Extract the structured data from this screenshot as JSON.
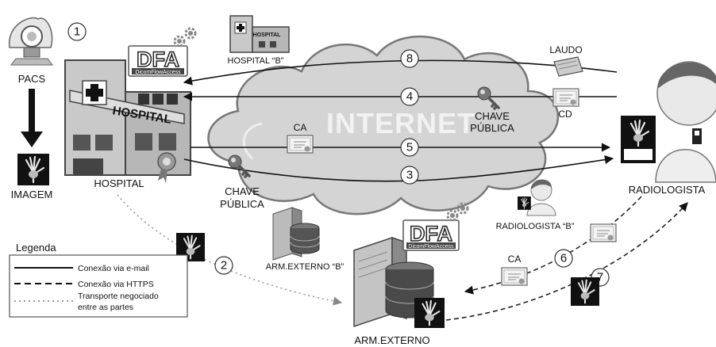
{
  "labels": {
    "pacs": "PACS",
    "imagem": "IMAGEM",
    "hospital": "HOSPITAL",
    "hospital_sign": "HOSPITAL",
    "hospital_b": "HOSPITAL “B”",
    "hospital_b_sign": "HOSPITAL",
    "internet": "INTERNET",
    "laudo": "LAUDO",
    "cd_top": "CD",
    "chave_publica_right_1": "CHAVE",
    "chave_publica_right_2": "PÚBLICA",
    "ca_center": "CA",
    "chave_publica_left_1": "CHAVE",
    "chave_publica_left_2": "PÚBLICA",
    "radiologista": "RADIOLOGISTA",
    "radiologista_b": "RADIOLOGISTA “B”",
    "arm_externo_b": "ARM.EXTERNO “B”",
    "arm_externo": "ARM.EXTERNO",
    "cd_right": "CD",
    "ca_bottom": "CA",
    "dfa_top": "DFA",
    "dfa_top_sub": "DicomFlowAccess",
    "dfa_bottom": "DFA",
    "dfa_bottom_sub": "DicomFlowAccess"
  },
  "steps": [
    "1",
    "2",
    "3",
    "4",
    "5",
    "6",
    "7",
    "8"
  ],
  "legend": {
    "title": "Legenda",
    "email": "Conexão via e-mail",
    "https": "Conexão via HTTPS",
    "negotiated_1": "Transporte negociado",
    "negotiated_2": "entre as partes"
  },
  "icons": {
    "pacs": "pacs-scanner-icon",
    "xray": "xray-hand-icon",
    "hospital": "hospital-building-icon",
    "key": "key-icon",
    "certificate": "certificate-icon",
    "server": "database-server-icon",
    "doctor": "doctor-avatar-icon",
    "laudo": "report-document-icon",
    "gears": "gears-icon",
    "cloud": "cloud-icon",
    "medal": "award-seal-icon"
  },
  "colors": {
    "line": "#111111",
    "dotted": "#9a9a9a",
    "cloud_fill": "#d4d4d4",
    "hospital_fill": "#c9c9c9"
  }
}
